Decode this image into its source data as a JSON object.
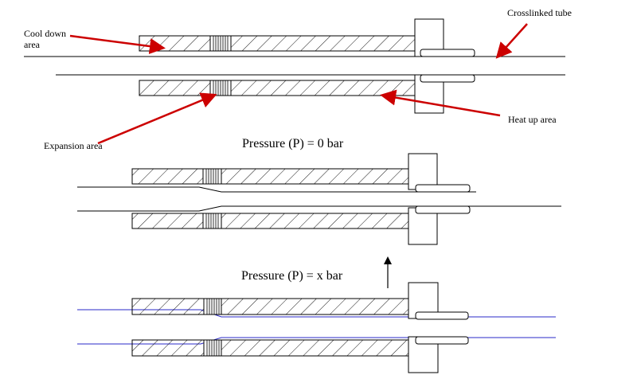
{
  "labels": {
    "cool_down_line1": "Cool down",
    "cool_down_line2": "area",
    "crosslinked_tube": "Crosslinked tube",
    "heat_up_area": "Heat up area",
    "expansion_area": "Expansion area"
  },
  "pressure_labels": {
    "p0": "Pressure  (P)  = 0 bar",
    "px": "Pressure  (P)   = x bar"
  },
  "colors": {
    "line": "#000000",
    "arrow": "#cc0000",
    "tube": "#2a2ac8"
  }
}
